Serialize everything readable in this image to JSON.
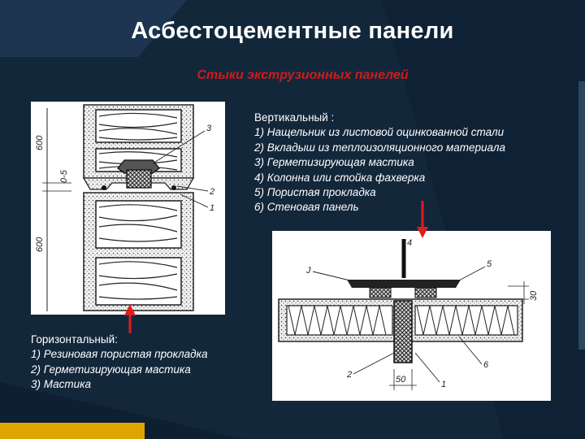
{
  "slide": {
    "title": "Асбестоцементные панели",
    "subtitle": "Стыки экструзионных панелей"
  },
  "vertical": {
    "heading": "Вертикальный :",
    "items": [
      "1)  Нащельник из листовой оцинкованной стали",
      "2)  Вкладыш из теплоизоляционного материала",
      "3)  Герметизирующая мастика",
      "4)  Колонна или стойка фахверка",
      "5)  Пористая прокладка",
      "6)  Стеновая панель"
    ]
  },
  "horizontal": {
    "heading": "Горизонтальный:",
    "items": [
      "1)  Резиновая пористая прокладка",
      "2)  Герметизирующая мастика",
      "3)  Мастика"
    ]
  },
  "drawing_left": {
    "dim_top": "600",
    "dim_gap": "0-5",
    "dim_bottom": "600",
    "callout_1": "1",
    "callout_2": "2",
    "callout_3": "3"
  },
  "drawing_right": {
    "callout_1": "1",
    "callout_2": "2",
    "callout_3": "J",
    "callout_4": "4",
    "callout_5": "5",
    "callout_6": "6",
    "dim_width": "50",
    "dim_height": "30"
  },
  "colors": {
    "background": "#13273b",
    "accent_red": "#d11a1a",
    "text": "#ffffff"
  }
}
